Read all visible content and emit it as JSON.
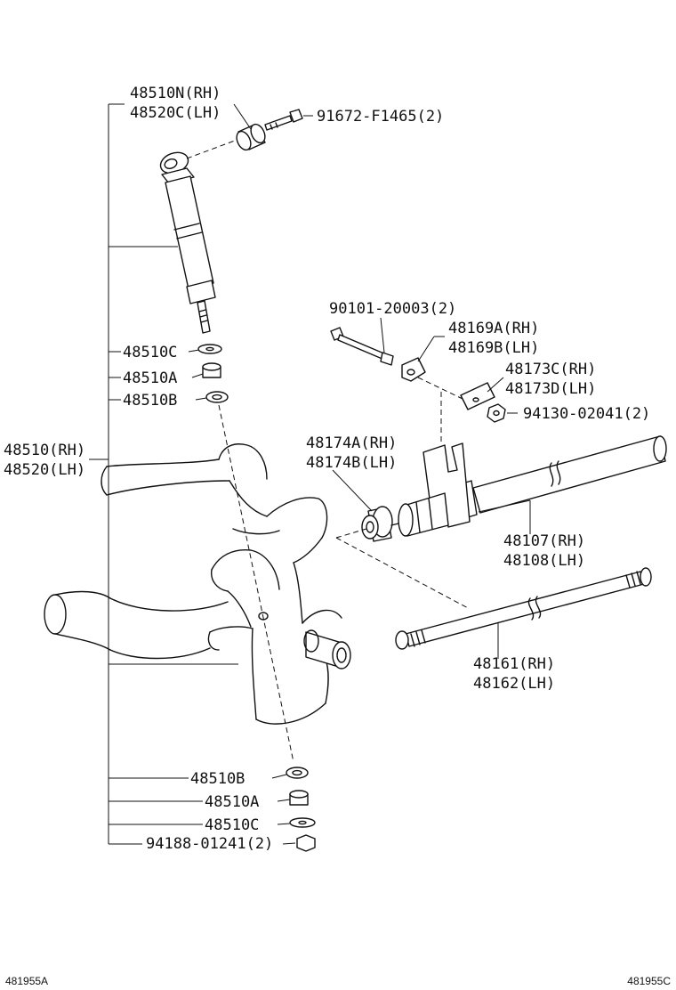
{
  "labels": {
    "shock_rh": "48510N(RH)",
    "shock_lh": "48520C(LH)",
    "bolt_top": "91672-F1465(2)",
    "washer_c_top": "48510C",
    "cushion_a_top": "48510A",
    "cushion_b_top": "48510B",
    "arm_rh": "48510(RH)",
    "arm_lh": "48520(LH)",
    "bolt_mid": "90101-20003(2)",
    "bracket_a": "48169A(RH)",
    "bracket_b": "48169B(LH)",
    "plate_c": "48173C(RH)",
    "plate_d": "48173D(LH)",
    "nut_mid": "94130-02041(2)",
    "bushing_a": "48174A(RH)",
    "bushing_b": "48174B(LH)",
    "bar_rh": "48107(RH)",
    "bar_lh": "48108(LH)",
    "rod_rh": "48161(RH)",
    "rod_lh": "48162(LH)",
    "cushion_b_bot": "48510B",
    "cushion_a_bot": "48510A",
    "washer_c_bot": "48510C",
    "nut_bot": "94188-01241(2)"
  },
  "footer": {
    "left_code": "481955A",
    "right_code": "481955C"
  }
}
